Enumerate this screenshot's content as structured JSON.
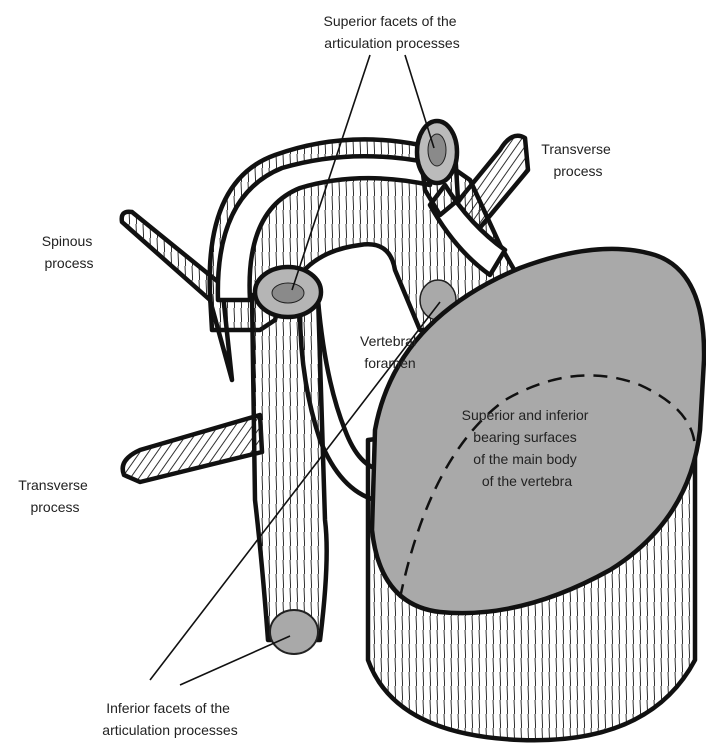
{
  "colors": {
    "body_fill": "#a9a9a9",
    "bone_fill": "#ffffff",
    "outline": "#111111",
    "text": "#222222"
  },
  "labels": {
    "superior_facets": [
      "Superior facets of the",
      "articulation processes"
    ],
    "transverse_right": [
      "Transverse",
      "process"
    ],
    "spinous": [
      "Spinous",
      "process"
    ],
    "vertebral_foramen": [
      "Vertebral",
      "foramen"
    ],
    "body_surfaces": [
      "Superior and inferior",
      "bearing  surfaces",
      "of the main body",
      "of the vertebra"
    ],
    "transverse_left": [
      "Transverse",
      "process"
    ],
    "inferior_facets": [
      "Inferior facets of the",
      "articulation processes"
    ]
  }
}
